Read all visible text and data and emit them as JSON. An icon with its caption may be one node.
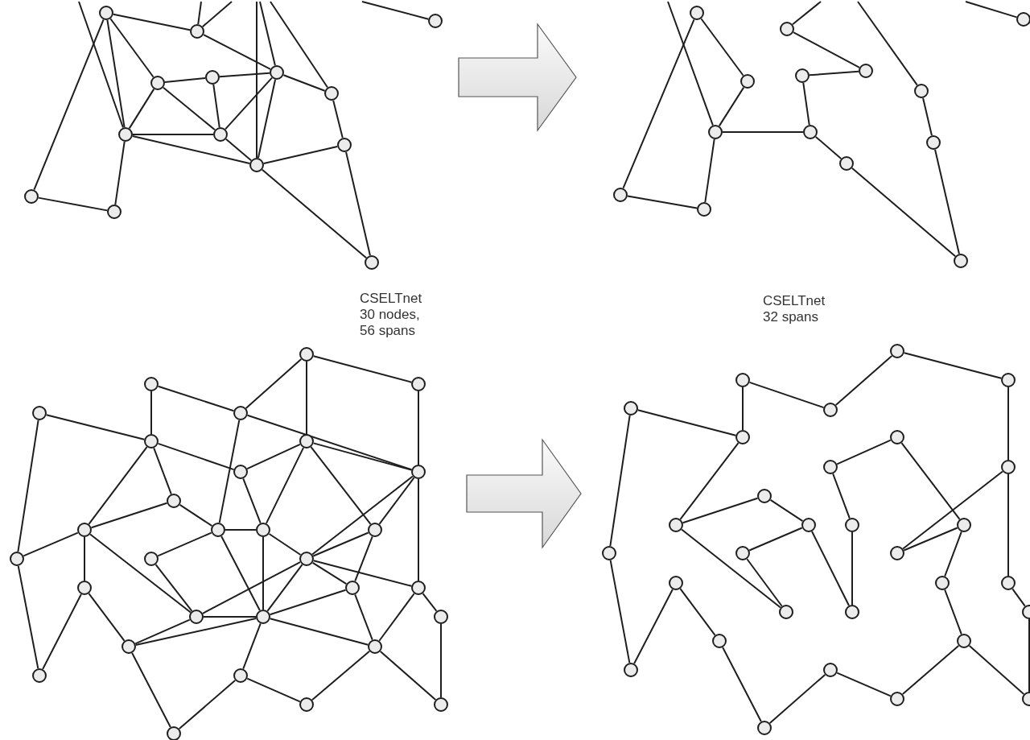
{
  "diagram": {
    "nodes": [
      {
        "text": [],
        "shape": "circle"
      },
      {
        "text": [],
        "shape": "circle"
      },
      {
        "text": [],
        "shape": "circle"
      },
      {
        "text": [],
        "shape": "circle"
      },
      {
        "text": [],
        "shape": "circle"
      },
      {
        "text": [],
        "shape": "circle"
      },
      {
        "text": [],
        "shape": "circle"
      },
      {
        "text": [],
        "shape": "circle"
      },
      {
        "text": [],
        "shape": "circle"
      },
      {
        "text": [],
        "shape": "circle"
      },
      {
        "text": [],
        "shape": "circle"
      },
      {
        "text": [],
        "shape": "circle"
      },
      {
        "text": [],
        "shape": "circle"
      },
      {
        "text": [],
        "shape": "circle"
      },
      {
        "text": [],
        "shape": "circle"
      },
      {
        "text": [],
        "shape": "circle"
      },
      {
        "text": [],
        "shape": "circle"
      },
      {
        "text": [],
        "shape": "circle"
      },
      {
        "text": [],
        "shape": "circle"
      },
      {
        "text": [],
        "shape": "circle"
      },
      {
        "text": [],
        "shape": "circle"
      },
      {
        "text": [],
        "shape": "circle"
      },
      {
        "text": [],
        "shape": "circle"
      },
      {
        "text": [],
        "shape": "circle"
      },
      {
        "text": [],
        "shape": "circle"
      },
      {
        "text": [],
        "shape": "circle"
      },
      {
        "text": [],
        "shape": "circle"
      },
      {
        "text": [],
        "shape": "circle"
      },
      {
        "text": [],
        "shape": "circle"
      },
      {
        "text": [],
        "shape": "circle"
      },
      {
        "text": [],
        "shape": "circle"
      },
      {
        "text": [],
        "shape": "circle"
      },
      {
        "text": [],
        "shape": "circle"
      },
      {
        "text": [],
        "shape": "circle"
      },
      {
        "text": [],
        "shape": "circle"
      },
      {
        "text": [],
        "shape": "circle"
      },
      {
        "text": [],
        "shape": "circle"
      },
      {
        "text": [],
        "shape": "circle"
      },
      {
        "text": [],
        "shape": "circle"
      },
      {
        "text": [],
        "shape": "circle"
      },
      {
        "text": [],
        "shape": "circle"
      },
      {
        "text": [],
        "shape": "circle"
      },
      {
        "text": [],
        "shape": "circle"
      },
      {
        "text": [],
        "shape": "circle"
      },
      {
        "text": [],
        "shape": "circle"
      },
      {
        "text": [],
        "shape": "circle"
      },
      {
        "text": [],
        "shape": "circle"
      },
      {
        "text": [],
        "shape": "circle"
      },
      {
        "text": [],
        "shape": "circle"
      },
      {
        "text": [],
        "shape": "circle"
      },
      {
        "text": [],
        "shape": "circle"
      },
      {
        "text": [],
        "shape": "circle"
      },
      {
        "text": [],
        "shape": "circle"
      },
      {
        "text": [],
        "shape": "circle"
      },
      {
        "text": [],
        "shape": "circle"
      },
      {
        "text": [],
        "shape": "circle"
      },
      {
        "text": [],
        "shape": "circle"
      },
      {
        "text": [],
        "shape": "circle"
      },
      {
        "text": [],
        "shape": "circle"
      },
      {
        "text": [],
        "shape": "circle"
      },
      {
        "text": [],
        "shape": "circle"
      },
      {
        "text": [],
        "shape": "circle"
      },
      {
        "text": [],
        "shape": "circle"
      },
      {
        "text": [],
        "shape": "circle"
      },
      {
        "text": [],
        "shape": "circle"
      },
      {
        "text": [],
        "shape": "circle"
      },
      {
        "text": [],
        "shape": "circle"
      },
      {
        "text": [],
        "shape": "circle"
      },
      {
        "text": [],
        "shape": "circle"
      },
      {
        "text": [],
        "shape": "circle"
      },
      {
        "text": [],
        "shape": "circle"
      },
      {
        "text": [],
        "shape": "circle"
      },
      {
        "text": [],
        "shape": "circle"
      },
      {
        "text": [],
        "shape": "circle"
      },
      {
        "text": [],
        "shape": "circle"
      },
      {
        "text": [],
        "shape": "circle"
      },
      {
        "text": [],
        "shape": "circle"
      },
      {
        "text": [],
        "shape": "circle"
      },
      {
        "text": [],
        "shape": "circle"
      },
      {
        "text": [],
        "shape": "circle"
      },
      {
        "text": [],
        "shape": "circle"
      },
      {
        "text": [],
        "shape": "circle"
      },
      {
        "text": [],
        "shape": "circle"
      },
      {
        "text": [],
        "shape": "circle"
      },
      {
        "text": [],
        "shape": "circle"
      },
      {
        "text": [],
        "shape": "circle"
      },
      {
        "text": [],
        "shape": "circle"
      },
      {
        "text": [],
        "shape": "circle"
      }
    ],
    "edges": [
      {
        "from": 0,
        "to": 1,
        "arrow": "none"
      },
      {
        "from": 0,
        "to": 3,
        "arrow": "none"
      },
      {
        "from": 0,
        "to": 7,
        "arrow": "none"
      },
      {
        "from": 0,
        "to": 11,
        "arrow": "none"
      },
      {
        "from": 1,
        "to": 5,
        "arrow": "none"
      },
      {
        "from": 3,
        "to": 4,
        "arrow": "none"
      },
      {
        "from": 3,
        "to": 7,
        "arrow": "none"
      },
      {
        "from": 3,
        "to": 8,
        "arrow": "none"
      },
      {
        "from": 4,
        "to": 5,
        "arrow": "none"
      },
      {
        "from": 4,
        "to": 8,
        "arrow": "none"
      },
      {
        "from": 5,
        "to": 6,
        "arrow": "none"
      },
      {
        "from": 5,
        "to": 8,
        "arrow": "none"
      },
      {
        "from": 5,
        "to": 10,
        "arrow": "none"
      },
      {
        "from": 6,
        "to": 9,
        "arrow": "none"
      },
      {
        "from": 7,
        "to": 8,
        "arrow": "none"
      },
      {
        "from": 7,
        "to": 10,
        "arrow": "none"
      },
      {
        "from": 7,
        "to": 12,
        "arrow": "none"
      },
      {
        "from": 8,
        "to": 10,
        "arrow": "none"
      },
      {
        "from": 9,
        "to": 10,
        "arrow": "none"
      },
      {
        "from": 9,
        "to": 13,
        "arrow": "none"
      },
      {
        "from": 10,
        "to": 13,
        "arrow": "none"
      },
      {
        "from": 11,
        "to": 12,
        "arrow": "none"
      },
      {
        "from": null,
        "to": 7,
        "arrow": "none"
      },
      {
        "from": null,
        "to": 1,
        "arrow": "none"
      },
      {
        "from": null,
        "to": 1,
        "arrow": "none"
      },
      {
        "from": null,
        "to": 10,
        "arrow": "none"
      },
      {
        "from": null,
        "to": 5,
        "arrow": "none"
      },
      {
        "from": null,
        "to": 6,
        "arrow": "none"
      },
      {
        "from": null,
        "to": 2,
        "arrow": "none"
      },
      {
        "from": 14,
        "to": 17,
        "arrow": "none"
      },
      {
        "from": 14,
        "to": 25,
        "arrow": "none"
      },
      {
        "from": 15,
        "to": 19,
        "arrow": "none"
      },
      {
        "from": 17,
        "to": 21,
        "arrow": "none"
      },
      {
        "from": 18,
        "to": 19,
        "arrow": "none"
      },
      {
        "from": 18,
        "to": 22,
        "arrow": "none"
      },
      {
        "from": 21,
        "to": 22,
        "arrow": "none"
      },
      {
        "from": 21,
        "to": 26,
        "arrow": "none"
      },
      {
        "from": 22,
        "to": 24,
        "arrow": "none"
      },
      {
        "from": 24,
        "to": 27,
        "arrow": "none"
      },
      {
        "from": 20,
        "to": 23,
        "arrow": "none"
      },
      {
        "from": 23,
        "to": 27,
        "arrow": "none"
      },
      {
        "from": 25,
        "to": 26,
        "arrow": "none"
      },
      {
        "from": null,
        "to": 21,
        "arrow": "none"
      },
      {
        "from": null,
        "to": 15,
        "arrow": "none"
      },
      {
        "from": null,
        "to": 20,
        "arrow": "none"
      },
      {
        "from": null,
        "to": 16,
        "arrow": "none"
      },
      {
        "from": 28,
        "to": 29,
        "arrow": "none"
      },
      {
        "from": 28,
        "to": 32,
        "arrow": "none"
      },
      {
        "from": 28,
        "to": 34,
        "arrow": "none"
      },
      {
        "from": 29,
        "to": 36,
        "arrow": "none"
      },
      {
        "from": 30,
        "to": 32,
        "arrow": "none"
      },
      {
        "from": 30,
        "to": 33,
        "arrow": "none"
      },
      {
        "from": 31,
        "to": 33,
        "arrow": "none"
      },
      {
        "from": 31,
        "to": 42,
        "arrow": "none"
      },
      {
        "from": 32,
        "to": 39,
        "arrow": "none"
      },
      {
        "from": 32,
        "to": 36,
        "arrow": "none"
      },
      {
        "from": 34,
        "to": 36,
        "arrow": "none"
      },
      {
        "from": 33,
        "to": 35,
        "arrow": "none"
      },
      {
        "from": 33,
        "to": 37,
        "arrow": "none"
      },
      {
        "from": 33,
        "to": 38,
        "arrow": "none"
      },
      {
        "from": 34,
        "to": 35,
        "arrow": "none"
      },
      {
        "from": 34,
        "to": 40,
        "arrow": "none"
      },
      {
        "from": 34,
        "to": 41,
        "arrow": "none"
      },
      {
        "from": 35,
        "to": 40,
        "arrow": "none"
      },
      {
        "from": 36,
        "to": 41,
        "arrow": "none"
      },
      {
        "from": 36,
        "to": 44,
        "arrow": "none"
      },
      {
        "from": 36,
        "to": 47,
        "arrow": "none"
      },
      {
        "from": 37,
        "to": 38,
        "arrow": "none"
      },
      {
        "from": 37,
        "to": 39,
        "arrow": "none"
      },
      {
        "from": 38,
        "to": 42,
        "arrow": "none"
      },
      {
        "from": 38,
        "to": 45,
        "arrow": "none"
      },
      {
        "from": 38,
        "to": 48,
        "arrow": "none"
      },
      {
        "from": 39,
        "to": 40,
        "arrow": "none"
      },
      {
        "from": 39,
        "to": 43,
        "arrow": "none"
      },
      {
        "from": 39,
        "to": 49,
        "arrow": "none"
      },
      {
        "from": 40,
        "to": 49,
        "arrow": "none"
      },
      {
        "from": 40,
        "to": 44,
        "arrow": "none"
      },
      {
        "from": 41,
        "to": 46,
        "arrow": "none"
      },
      {
        "from": 41,
        "to": 44,
        "arrow": "none"
      },
      {
        "from": 43,
        "to": 48,
        "arrow": "none"
      },
      {
        "from": 44,
        "to": 46,
        "arrow": "none"
      },
      {
        "from": 44,
        "to": 47,
        "arrow": "none"
      },
      {
        "from": 44,
        "to": 48,
        "arrow": "none"
      },
      {
        "from": 44,
        "to": 49,
        "arrow": "none"
      },
      {
        "from": 45,
        "to": 53,
        "arrow": "none"
      },
      {
        "from": 45,
        "to": 51,
        "arrow": "none"
      },
      {
        "from": 46,
        "to": 49,
        "arrow": "none"
      },
      {
        "from": 46,
        "to": 52,
        "arrow": "none"
      },
      {
        "from": 47,
        "to": 50,
        "arrow": "none"
      },
      {
        "from": 47,
        "to": 52,
        "arrow": "none"
      },
      {
        "from": 48,
        "to": 49,
        "arrow": "none"
      },
      {
        "from": 48,
        "to": 51,
        "arrow": "none"
      },
      {
        "from": 49,
        "to": 51,
        "arrow": "none"
      },
      {
        "from": 49,
        "to": 54,
        "arrow": "none"
      },
      {
        "from": 49,
        "to": 52,
        "arrow": "none"
      },
      {
        "from": 50,
        "to": 56,
        "arrow": "none"
      },
      {
        "from": 51,
        "to": 57,
        "arrow": "none"
      },
      {
        "from": 52,
        "to": 55,
        "arrow": "none"
      },
      {
        "from": 52,
        "to": 56,
        "arrow": "none"
      },
      {
        "from": 54,
        "to": 55,
        "arrow": "none"
      },
      {
        "from": 54,
        "to": 57,
        "arrow": "none"
      },
      {
        "from": 42,
        "to": 53,
        "arrow": "none"
      },
      {
        "from": 58,
        "to": 59,
        "arrow": "none"
      },
      {
        "from": 58,
        "to": 62,
        "arrow": "none"
      },
      {
        "from": 60,
        "to": 62,
        "arrow": "none"
      },
      {
        "from": 60,
        "to": 63,
        "arrow": "none"
      },
      {
        "from": 61,
        "to": 63,
        "arrow": "none"
      },
      {
        "from": 61,
        "to": 72,
        "arrow": "none"
      },
      {
        "from": 63,
        "to": 68,
        "arrow": "none"
      },
      {
        "from": 64,
        "to": 65,
        "arrow": "none"
      },
      {
        "from": 64,
        "to": 71,
        "arrow": "none"
      },
      {
        "from": 59,
        "to": 66,
        "arrow": "none"
      },
      {
        "from": 65,
        "to": 70,
        "arrow": "none"
      },
      {
        "from": 66,
        "to": 74,
        "arrow": "none"
      },
      {
        "from": 66,
        "to": 77,
        "arrow": "none"
      },
      {
        "from": 67,
        "to": 68,
        "arrow": "none"
      },
      {
        "from": 67,
        "to": 69,
        "arrow": "none"
      },
      {
        "from": 68,
        "to": 78,
        "arrow": "none"
      },
      {
        "from": 69,
        "to": 73,
        "arrow": "none"
      },
      {
        "from": 69,
        "to": 79,
        "arrow": "none"
      },
      {
        "from": 70,
        "to": 79,
        "arrow": "none"
      },
      {
        "from": 71,
        "to": 74,
        "arrow": "none"
      },
      {
        "from": 71,
        "to": 76,
        "arrow": "none"
      },
      {
        "from": 72,
        "to": 83,
        "arrow": "none"
      },
      {
        "from": 73,
        "to": 78,
        "arrow": "none"
      },
      {
        "from": 75,
        "to": 83,
        "arrow": "none"
      },
      {
        "from": 75,
        "to": 81,
        "arrow": "none"
      },
      {
        "from": 76,
        "to": 82,
        "arrow": "none"
      },
      {
        "from": 77,
        "to": 80,
        "arrow": "none"
      },
      {
        "from": 80,
        "to": 86,
        "arrow": "none"
      },
      {
        "from": 81,
        "to": 87,
        "arrow": "none"
      },
      {
        "from": 87,
        "to": 84,
        "arrow": "none"
      },
      {
        "from": 84,
        "to": 85,
        "arrow": "none"
      },
      {
        "from": 85,
        "to": 82,
        "arrow": "none"
      },
      {
        "from": 82,
        "to": 86,
        "arrow": "none"
      }
    ],
    "labels": [
      "CSELTnet 30 nodes, 56 spans",
      "CSELTnet 32 spans"
    ]
  }
}
